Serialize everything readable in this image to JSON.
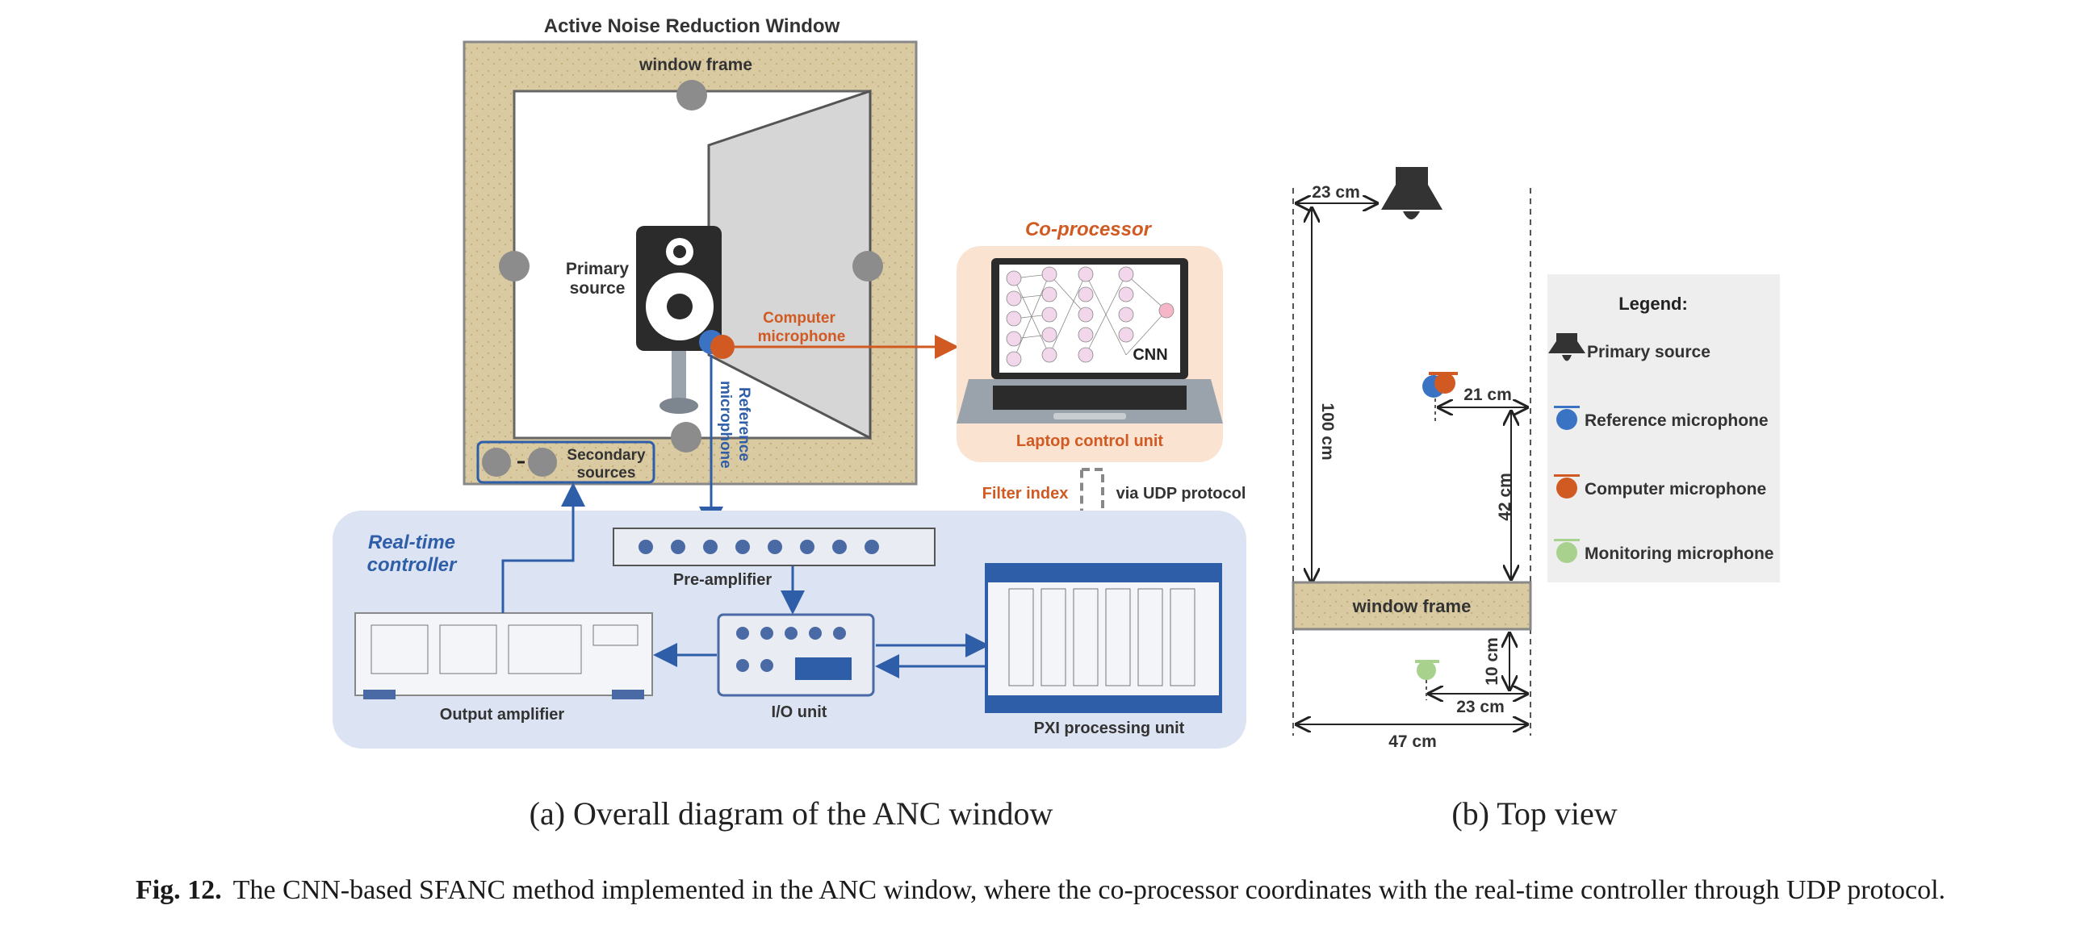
{
  "panel_a": {
    "title": "Active Noise Reduction Window",
    "window_frame_label": "window frame",
    "primary_source_line1": "Primary",
    "primary_source_line2": "source",
    "computer_mic_line1": "Computer",
    "computer_mic_line2": "microphone",
    "reference_mic_line1": "Reference",
    "reference_mic_line2": "microphone",
    "secondary_sources_line1": "Secondary",
    "secondary_sources_line2": "sources",
    "coprocessor_title": "Co-processor",
    "cnn_label": "CNN",
    "laptop_label": "Laptop control unit",
    "filter_index_label": "Filter index",
    "udp_label": "via UDP protocol",
    "realtime_line1": "Real-time",
    "realtime_line2": "controller",
    "preamp_label": "Pre-amplifier",
    "output_amp_label": "Output amplifier",
    "io_unit_label": "I/O unit",
    "pxi_label": "PXI processing unit",
    "subcaption": "(a) Overall diagram of the ANC window"
  },
  "panel_b": {
    "dim_23cm_top": "23 cm",
    "dim_100cm": "100 cm",
    "dim_21cm": "21 cm",
    "dim_42cm": "42 cm",
    "dim_10cm": "10 cm",
    "dim_23cm_bottom": "23 cm",
    "dim_47cm": "47 cm",
    "window_frame_label": "window frame",
    "legend_title": "Legend:",
    "legend_items": [
      "Primary source",
      "Reference microphone",
      "Computer microphone",
      "Monitoring microphone"
    ],
    "subcaption": "(b) Top view"
  },
  "caption": {
    "label": "Fig. 12.",
    "text": "The CNN-based SFANC method implemented in the ANC window, where the co-processor coordinates with the real-time controller through UDP protocol."
  },
  "colors": {
    "frame_sand": "#d8c9a0",
    "reference_blue": "#3b73c4",
    "computer_orange": "#d15a22",
    "monitoring_green": "#a9d18e",
    "controller_bg": "#dce3f2",
    "coprocessor_bg": "#fbe3d2"
  }
}
